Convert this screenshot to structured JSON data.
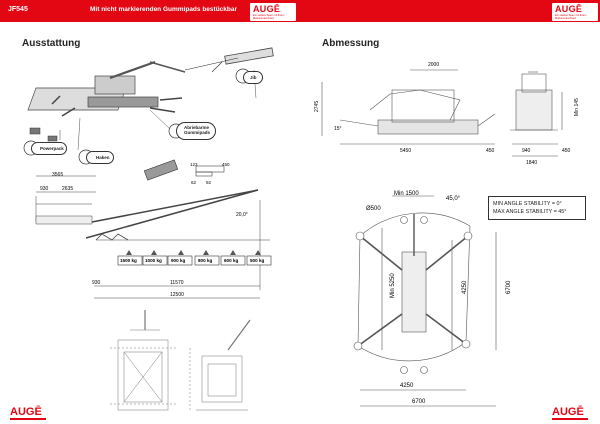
{
  "left_page": {
    "model": "JF545",
    "headline": "Mit nicht markierenden Gummipads bestückbar",
    "logo": "AUGĒ",
    "logo_tagline": "Ein starkes Team mit Ihrem Markenmaschinen",
    "title": "Ausstattung",
    "callouts": {
      "jib": "Jib",
      "powerpack": "Powerpack",
      "haken": "Haken",
      "pads": "Abriebarme Gummipads"
    },
    "pad_dims": [
      "123",
      "450",
      "62",
      "92"
    ],
    "dims": {
      "d3565": "3565",
      "d930a": "930",
      "d2635": "2635",
      "angle": "20,0°",
      "d930b": "930",
      "d11570": "11570",
      "d12500": "12500"
    },
    "loads": [
      "1500 kg",
      "1000 kg",
      "900 kg",
      "800 kg",
      "600 kg",
      "500 kg"
    ],
    "footer_logo": "AUGĒ"
  },
  "right_page": {
    "logo": "AUGĒ",
    "logo_tagline": "Ein starkes Team mit Ihrem Markenmaschinen",
    "title": "Abmessung",
    "dims": {
      "d2000": "2000",
      "d2745": "2745",
      "d15": "15°",
      "d5450": "5450",
      "d450a": "450",
      "min145": "Min 145",
      "d940": "940",
      "d450b": "450",
      "d1840": "1840",
      "min1500": "Min 1500",
      "angle45": "45,0°",
      "dia500": "Ø500",
      "min5250": "Min 5250",
      "d4250v": "4250",
      "d6700v": "6700",
      "d4250h": "4250",
      "d6700h": "6700"
    },
    "stability": {
      "min": "MIN ANGLE STABILITY =  0°",
      "max": "MAX ANGLE STABILITY = 45°"
    },
    "footer_logo": "AUGĒ"
  },
  "colors": {
    "brand": "#e30613",
    "line": "#555555",
    "dim": "#333333"
  }
}
